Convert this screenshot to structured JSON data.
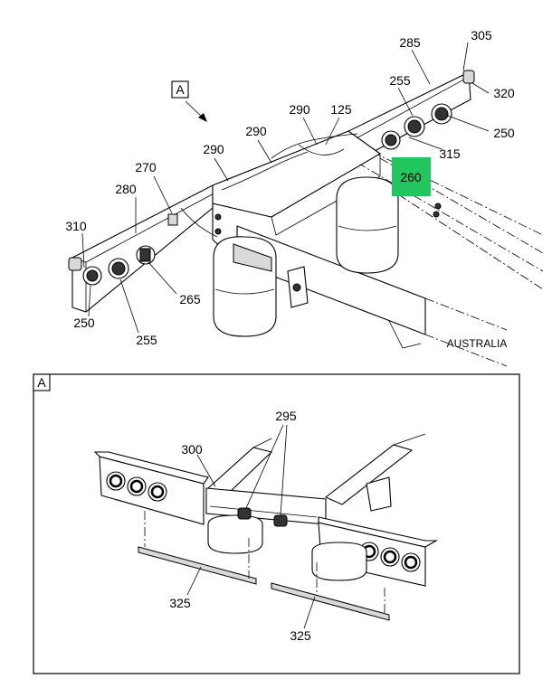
{
  "view_marker": "A",
  "region_note": "AUSTRALIA",
  "detail_header": "A",
  "highlight_color": "#22c55e",
  "callouts_top": {
    "c305": "305",
    "c285": "285",
    "c320": "320",
    "c255a": "255",
    "c250a": "250",
    "c290a": "290",
    "c125": "125",
    "c290b": "290",
    "c290c": "290",
    "c315": "315",
    "c260": "260",
    "c270": "270",
    "c280": "280",
    "c310": "310",
    "c265": "265",
    "c250b": "250",
    "c255b": "255"
  },
  "callouts_detail": {
    "c295": "295",
    "c300": "300",
    "c325a": "325",
    "c325b": "325"
  }
}
